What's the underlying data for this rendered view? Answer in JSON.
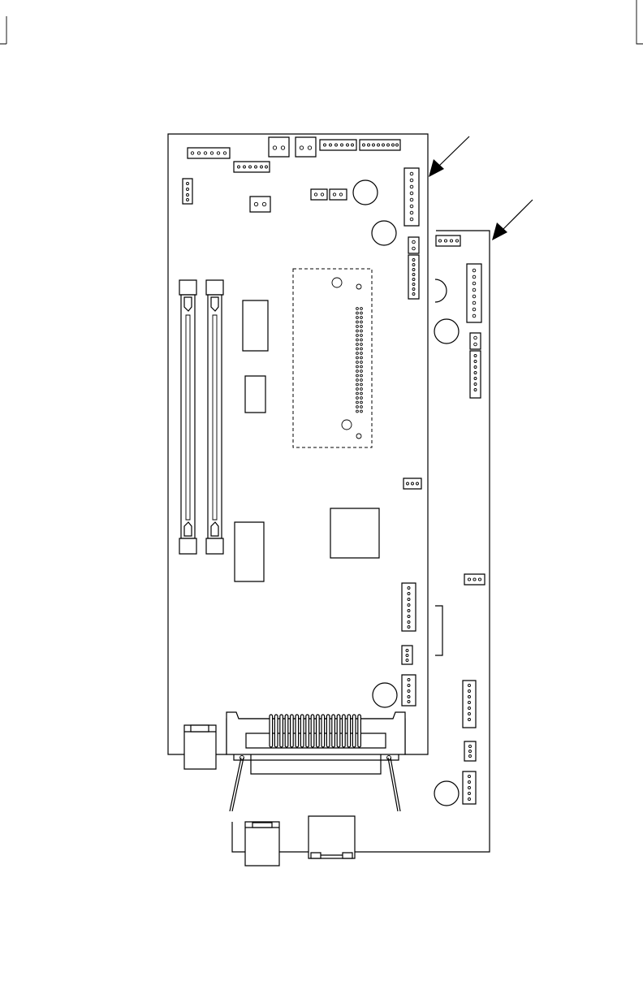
{
  "diagram": {
    "description": "",
    "colors": {
      "line": "#000000",
      "background": "#ffffff"
    },
    "boards": [
      {
        "name": "primary-board"
      },
      {
        "name": "secondary-board"
      }
    ],
    "callouts": [
      {
        "name": "callout-arrow-primary-board",
        "target": "primary-board"
      },
      {
        "name": "callout-arrow-secondary-board",
        "target": "secondary-board"
      }
    ]
  }
}
